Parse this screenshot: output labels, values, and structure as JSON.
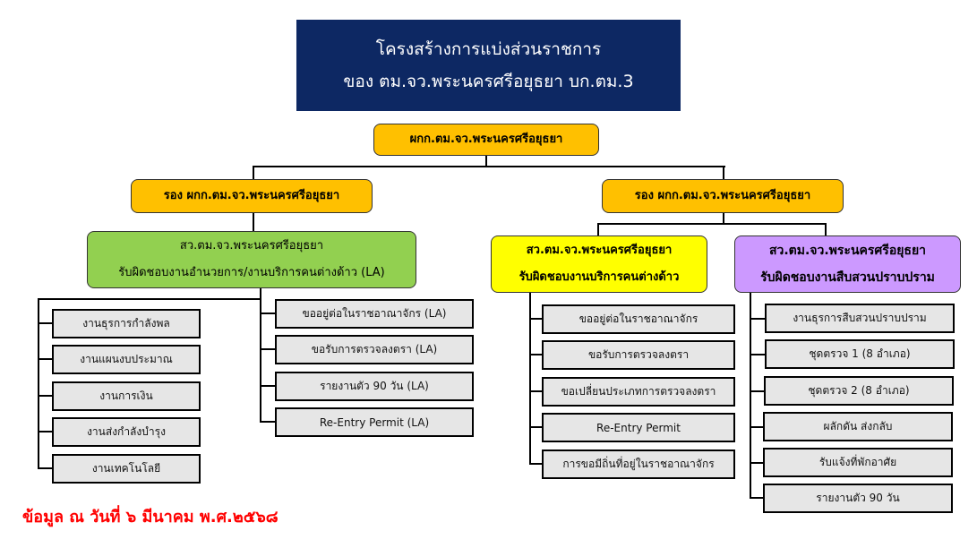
{
  "title": {
    "line1": "โครงสร้างการแบ่งส่วนราชการ",
    "line2": "ของ ตม.จว.พระนครศรีอยุธยา บก.ตม.3"
  },
  "head": "ผกก.ตม.จว.พระนครศรีอยุธยา",
  "deputies": [
    "รอง ผกก.ตม.จว.พระนครศรีอยุธยา",
    "รอง ผกก.ตม.จว.พระนครศรีอยุธยา"
  ],
  "units": {
    "la": {
      "line1": "สว.ตม.จว.พระนครศรีอยุธยา",
      "line2": "รับผิดชอบงานอำนวยการ/งานบริการคนต่างด้าว (LA)",
      "left_items": [
        "งานธุรการกำลังพล",
        "งานแผนงบประมาณ",
        "งานการเงิน",
        "งานส่งกำลังบำรุง",
        "งานเทคโนโลยี"
      ],
      "right_items": [
        "ขออยู่ต่อในราชอาณาจักร (LA)",
        "ขอรับการตรวจลงตรา (LA)",
        "รายงานตัว 90 วัน (LA)",
        "Re-Entry Permit (LA)"
      ]
    },
    "foreign": {
      "line1": "สว.ตม.จว.พระนครศรีอยุธยา",
      "line2": "รับผิดชอบงานบริการคนต่างด้าว",
      "items": [
        "ขออยู่ต่อในราชอาณาจักร",
        "ขอรับการตรวจลงตรา",
        "ขอเปลี่ยนประเภทการตรวจลงตรา",
        "Re-Entry Permit",
        "การขอมีถิ่นที่อยู่ในราชอาณาจักร"
      ]
    },
    "investigation": {
      "line1": "สว.ตม.จว.พระนครศรีอยุธยา",
      "line2": "รับผิดชอบงานสืบสวนปราบปราม",
      "items": [
        "งานธุรการสืบสวนปราบปราม",
        "ชุดตรวจ 1 (8 อำเภอ)",
        "ชุดตรวจ 2 (8 อำเภอ)",
        "ผลักดัน ส่งกลับ",
        "รับแจ้งที่พักอาศัย",
        "รายงานตัว 90 วัน"
      ]
    }
  },
  "footer": "ข้อมูล ณ วันที่ ๖ มีนาคม พ.ศ.๒๕๖๘",
  "colors": {
    "title_bg": "#0d2863",
    "head": "#ffc000",
    "la": "#92d050",
    "foreign": "#ffff00",
    "investigation": "#cc99ff",
    "footer": "#ff0000"
  }
}
